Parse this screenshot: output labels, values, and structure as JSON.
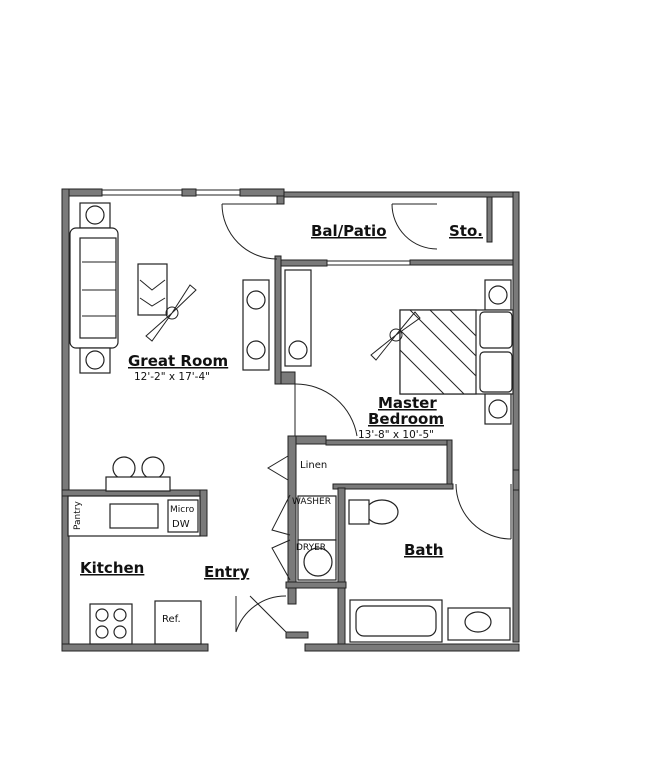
{
  "rooms": {
    "great_room": {
      "name": "Great Room",
      "dims": "12'-2\" x 17'-4\""
    },
    "master_bedroom": {
      "name_line1": "Master",
      "name_line2": "Bedroom",
      "dims": "13'-8\" x 10'-5\""
    },
    "bal_patio": "Bal/Patio",
    "storage": "Sto.",
    "bath": "Bath",
    "kitchen": "Kitchen",
    "entry": "Entry"
  },
  "fixtures": {
    "linen": "Linen",
    "washer": "WASHER",
    "dryer": "DRYER",
    "pantry": "Pantry",
    "micro": "Micro",
    "dw": "DW",
    "ref": "Ref."
  }
}
